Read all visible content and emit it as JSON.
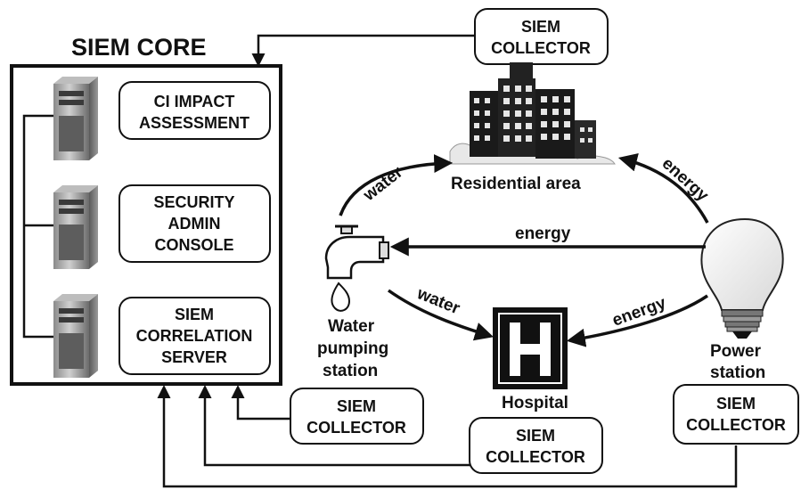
{
  "core": {
    "title": "SIEM CORE",
    "components": [
      {
        "line1": "CI IMPACT",
        "line2": "ASSESSMENT"
      },
      {
        "line1": "SECURITY",
        "line2": "ADMIN",
        "line3": "CONSOLE"
      },
      {
        "line1": "SIEM",
        "line2": "CORRELATION",
        "line3": "SERVER"
      }
    ]
  },
  "collectors": [
    {
      "line1": "SIEM",
      "line2": "COLLECTOR"
    },
    {
      "line1": "SIEM",
      "line2": "COLLECTOR"
    },
    {
      "line1": "SIEM",
      "line2": "COLLECTOR"
    },
    {
      "line1": "SIEM",
      "line2": "COLLECTOR"
    }
  ],
  "nodes": {
    "residential": "Residential area",
    "water_station": {
      "line1": "Water",
      "line2": "pumping",
      "line3": "station"
    },
    "hospital": "Hospital",
    "power_station": {
      "line1": "Power",
      "line2": "station"
    }
  },
  "flows": {
    "water_to_residential": "water",
    "power_to_residential": "energy",
    "power_to_water": "energy",
    "water_to_hospital": "water",
    "power_to_hospital": "energy"
  },
  "icons": [
    "server-icon",
    "building-icon",
    "water-tap-icon",
    "hospital-sign-icon",
    "light-bulb-icon"
  ]
}
